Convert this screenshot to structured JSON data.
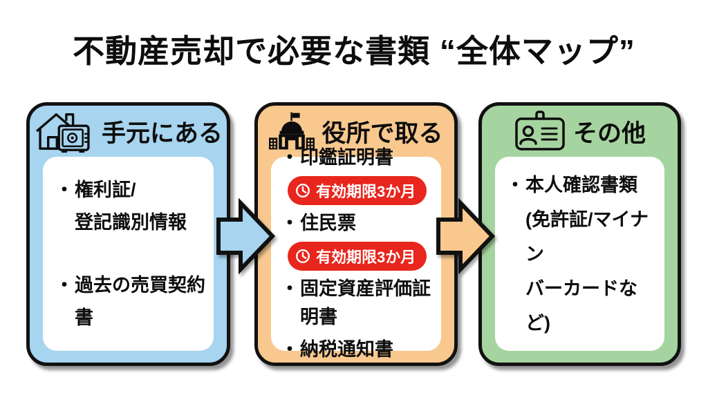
{
  "title": "不動産売却で必要な書類 “全体マップ”",
  "bullet_char": "・",
  "colors": {
    "panel_blue": "#a7d4ef",
    "panel_orange": "#f8c88e",
    "panel_green": "#a6d4a0",
    "badge_red": "#e8261d",
    "outline_black": "#111111",
    "background": "#ffffff"
  },
  "panels": [
    {
      "id": "at-hand",
      "header": {
        "icon": "house-safe-icon",
        "label": "手元にある"
      },
      "items": [
        {
          "lines": [
            "権利証/",
            "登記識別情報"
          ]
        },
        {
          "lines": [
            "過去の売買契約書"
          ]
        }
      ]
    },
    {
      "id": "city-office",
      "header": {
        "icon": "government-building-icon",
        "label": "役所で取る"
      },
      "items": [
        {
          "lines": [
            "印鑑証明書"
          ],
          "badge": {
            "icon": "clock-icon",
            "label": "有効期限3か月"
          }
        },
        {
          "lines": [
            "住民票"
          ],
          "badge": {
            "icon": "clock-icon",
            "label": "有効期限3か月"
          }
        },
        {
          "lines": [
            "固定資産評価証明書"
          ]
        },
        {
          "lines": [
            "納税通知書"
          ]
        }
      ]
    },
    {
      "id": "others",
      "header": {
        "icon": "id-card-icon",
        "label": "その他"
      },
      "items": [
        {
          "lines": [
            "本人確認書類",
            "(免許証/マイナン",
            "バーカードなど)"
          ]
        }
      ]
    }
  ],
  "arrows": [
    {
      "id": "flow-arrow-1",
      "from": "at-hand",
      "to": "city-office",
      "color": "#a7d4ef"
    },
    {
      "id": "flow-arrow-2",
      "from": "city-office",
      "to": "others",
      "color": "#f8c88e"
    }
  ]
}
